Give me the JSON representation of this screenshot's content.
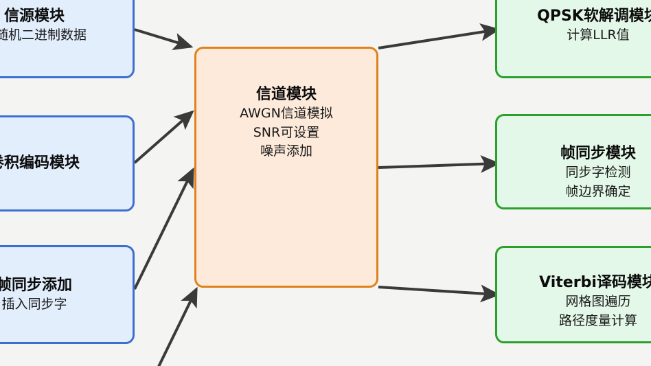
{
  "diagram": {
    "type": "flowchart",
    "background_color": "#f4f4f2",
    "orientation": "left-to-right",
    "palette": {
      "source_fill": "#e2eefc",
      "source_stroke": "#3d6fd0",
      "channel_fill": "#fdeada",
      "channel_stroke": "#e0811b",
      "sink_fill": "#e3f8e8",
      "sink_stroke": "#2ca02c",
      "edge_color": "#3a3a3a"
    }
  },
  "nodes": {
    "source": {
      "title": "信源模块",
      "sub1": "成随机二进制数据"
    },
    "encoder": {
      "title": "卷积编码模块"
    },
    "frame_add": {
      "title": "帧同步添加",
      "sub1": "插入同步字"
    },
    "channel": {
      "title": "信道模块",
      "sub1": "AWGN信道模拟",
      "sub2": "SNR可设置",
      "sub3": "噪声添加"
    },
    "demod": {
      "title": "QPSK软解调模块",
      "sub1": "计算LLR值"
    },
    "frame_sync": {
      "title": "帧同步模块",
      "sub1": "同步字检测",
      "sub2": "帧边界确定"
    },
    "viterbi": {
      "title": "Viterbi译码模块",
      "sub1": "网格图遍历",
      "sub2": "路径度量计算"
    }
  }
}
